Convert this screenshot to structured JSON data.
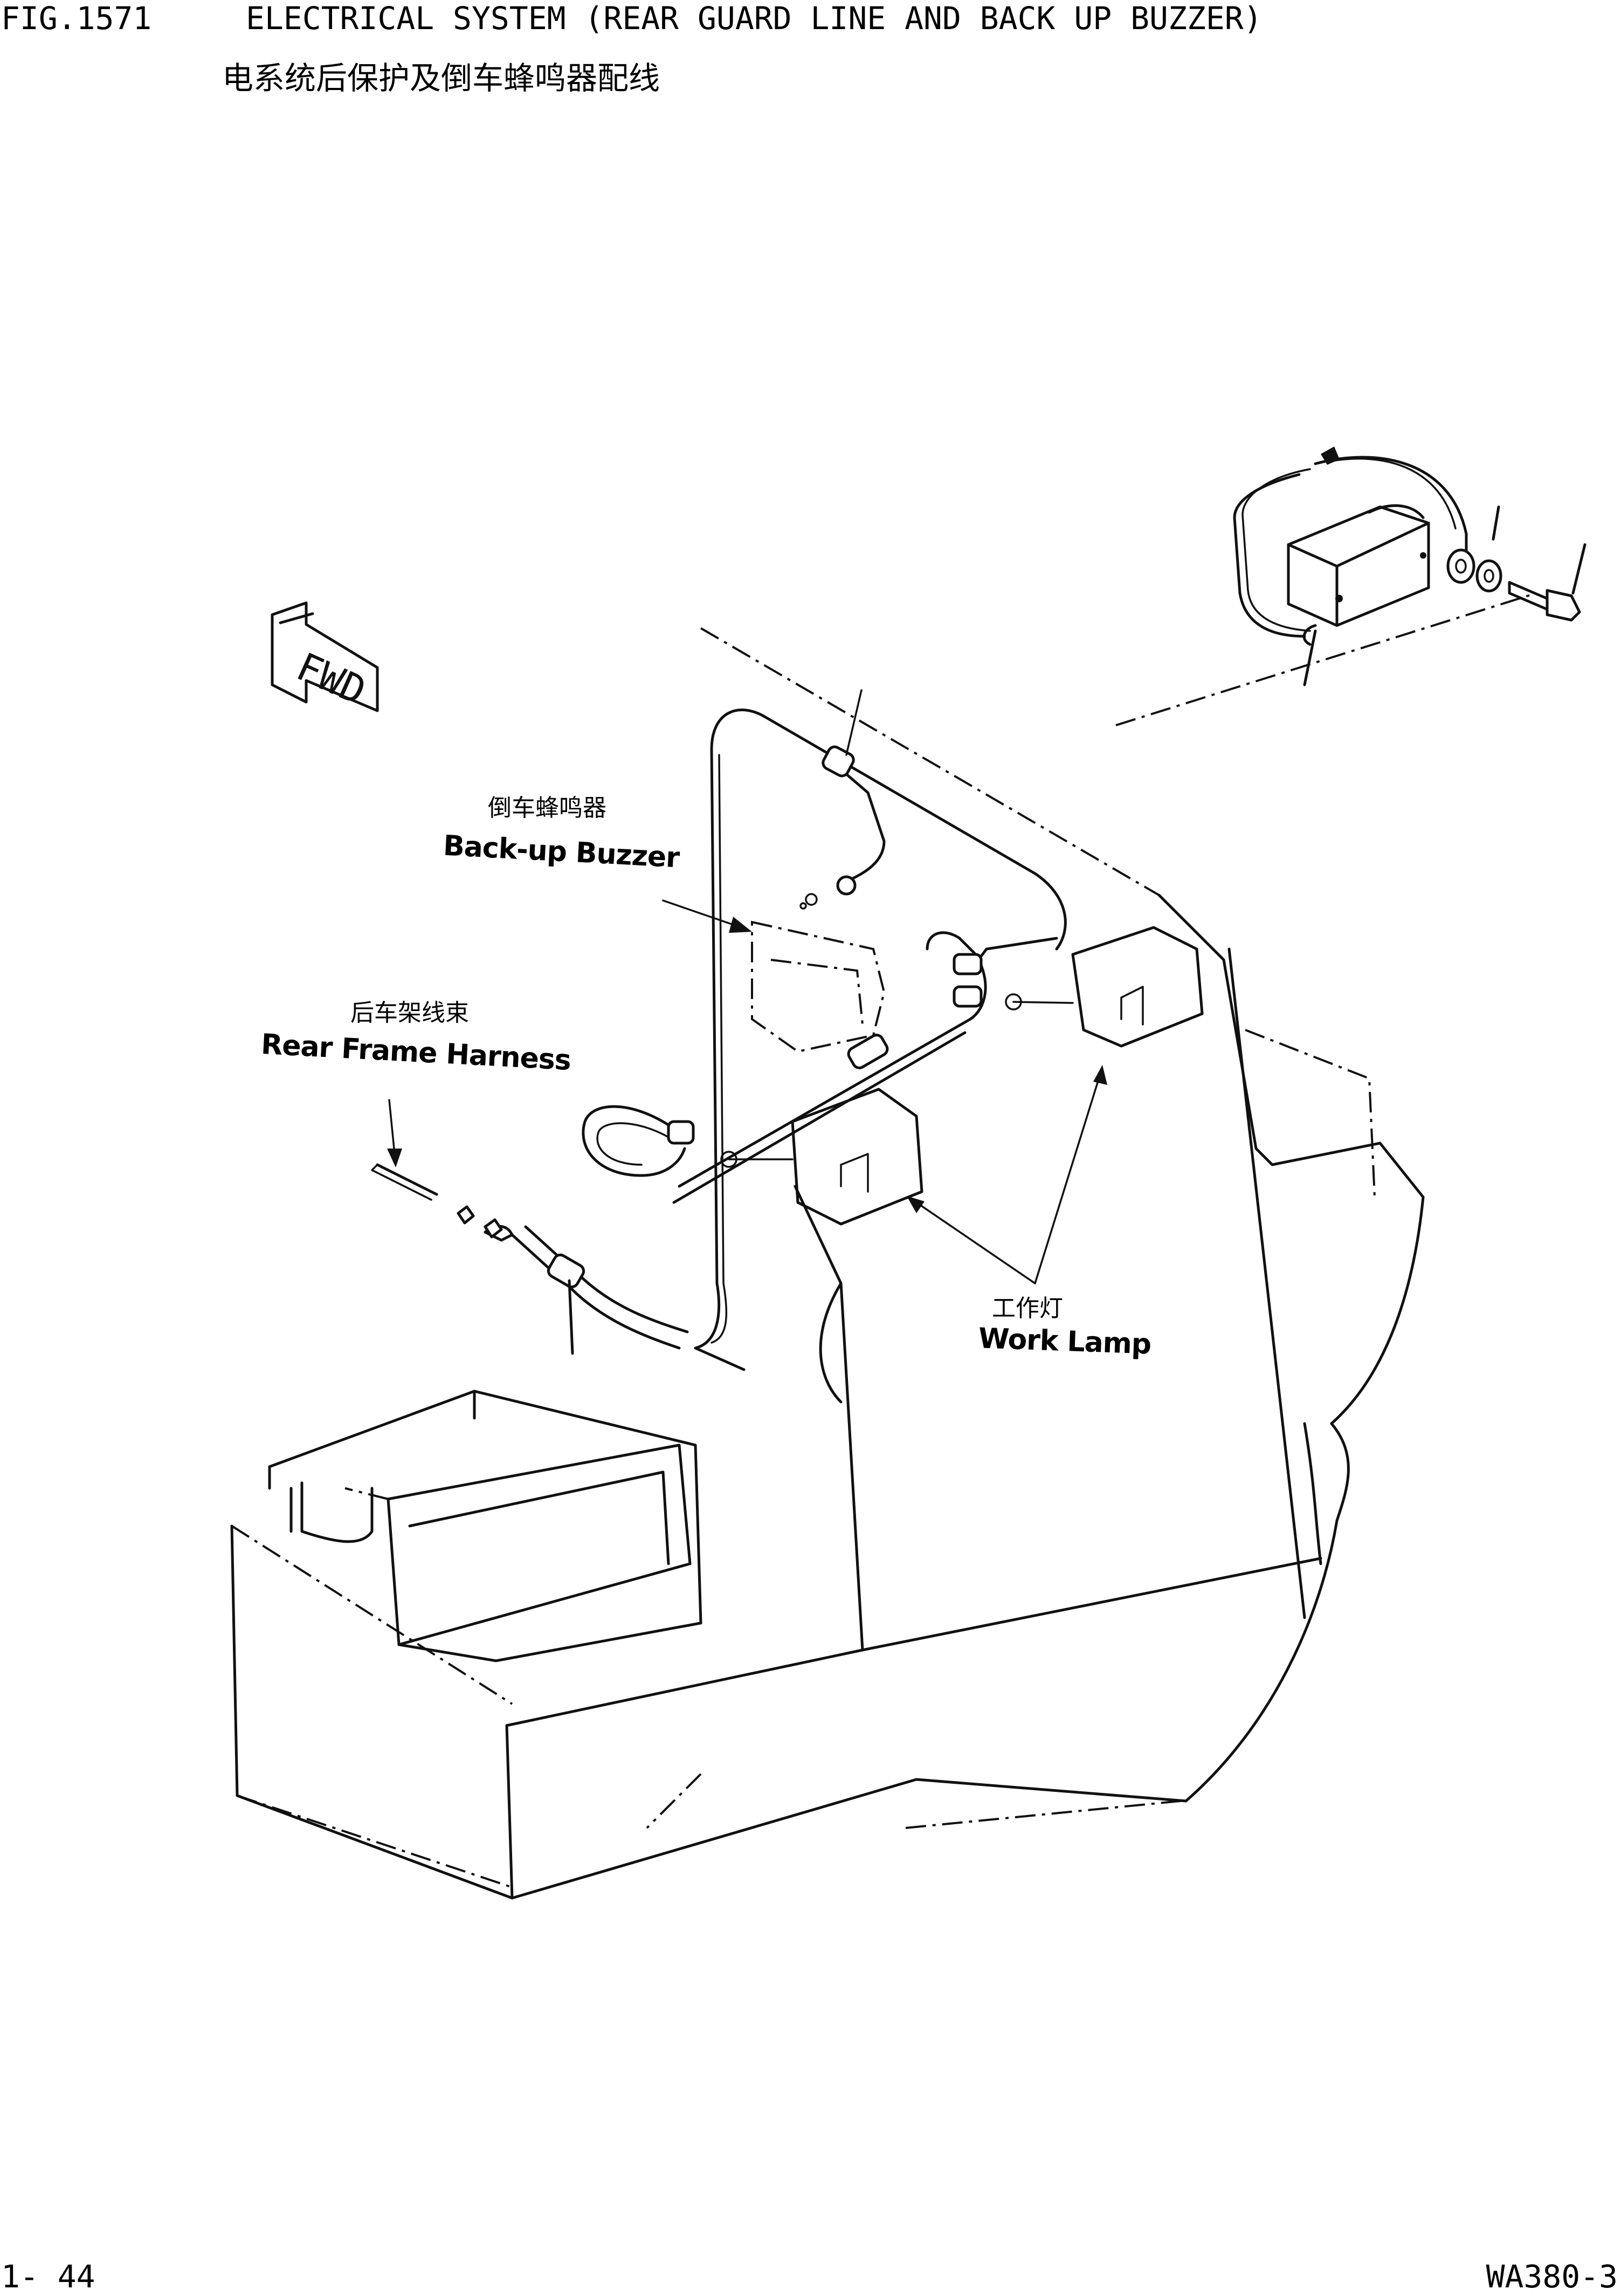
{
  "header": {
    "figure_title": "FIG.1571     ELECTRICAL SYSTEM (REAR GUARD LINE AND BACK UP BUZZER)",
    "figure_subtitle": "电系统后保护及倒车蜂鸣器配线"
  },
  "footer": {
    "page_number": "1- 44",
    "model_code": "WA380-3"
  },
  "callouts": {
    "backup_buzzer": {
      "cn": "倒车蜂鸣器",
      "en": "Back-up Buzzer"
    },
    "rear_frame_harness": {
      "cn": "后车架线束",
      "en": "Rear Frame Harness"
    },
    "work_lamp": {
      "cn": "工作灯",
      "en": "Work Lamp"
    }
  },
  "direction_marker": {
    "text": "FWD",
    "icon": "forward-arrow-icon"
  }
}
